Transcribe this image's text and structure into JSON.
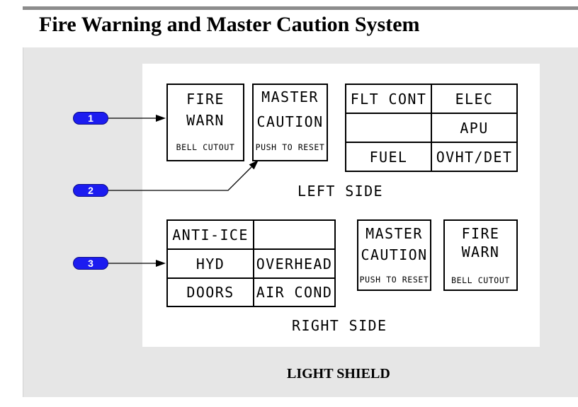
{
  "title": "Fire Warning and Master Caution System",
  "callouts": [
    "1",
    "2",
    "3"
  ],
  "left_side": {
    "fire_warn": {
      "line1": "FIRE",
      "line2": "WARN",
      "sub": "BELL CUTOUT"
    },
    "master_caution": {
      "line1": "MASTER",
      "line2": "CAUTION",
      "sub": "PUSH TO RESET"
    },
    "annunciator": [
      [
        "FLT CONT",
        "ELEC"
      ],
      [
        "",
        "APU"
      ],
      [
        "FUEL",
        "OVHT/DET"
      ]
    ],
    "label": "LEFT SIDE"
  },
  "right_side": {
    "annunciator": [
      [
        "ANTI-ICE",
        ""
      ],
      [
        "HYD",
        "OVERHEAD"
      ],
      [
        "DOORS",
        "AIR COND"
      ]
    ],
    "master_caution": {
      "line1": "MASTER",
      "line2": "CAUTION",
      "sub": "PUSH TO RESET"
    },
    "fire_warn": {
      "line1": "FIRE",
      "line2": "WARN",
      "sub": "BELL CUTOUT"
    },
    "label": "RIGHT SIDE"
  },
  "panel_label": "LIGHT SHIELD",
  "colors": {
    "callout_fill": "#1c1cf0",
    "panel_gray": "#e6e6e6",
    "rule_gray": "#8c8c8c"
  }
}
